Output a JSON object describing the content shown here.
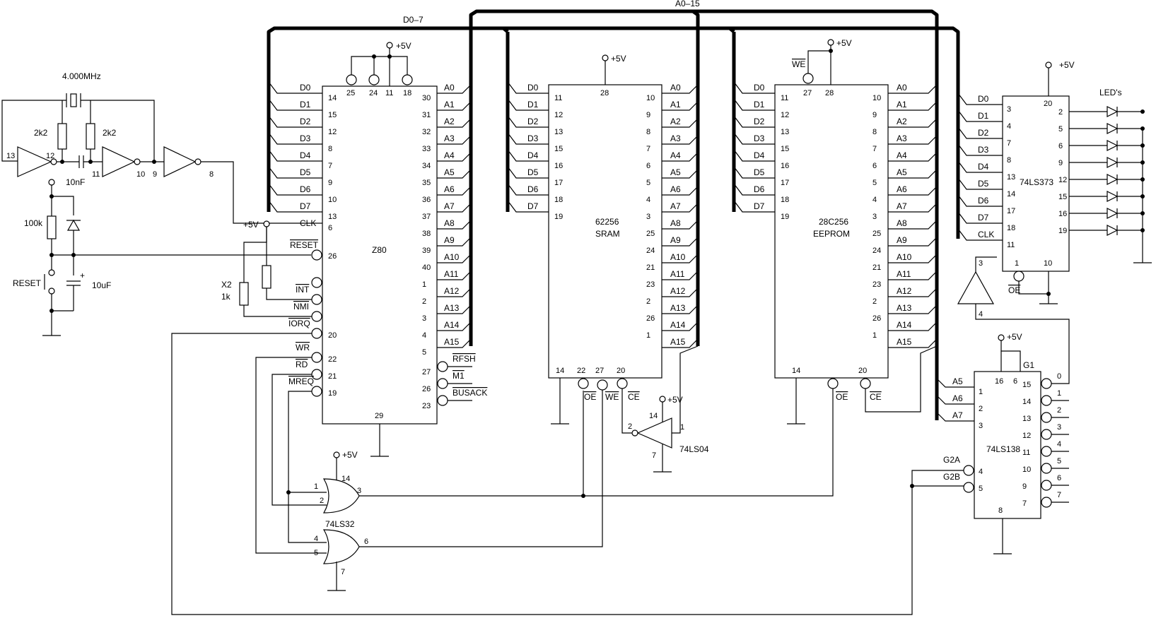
{
  "buses": {
    "data": "D0–7",
    "address": "A0–15"
  },
  "clock": {
    "crystal": "4.000MHz",
    "r1": "2k2",
    "r2": "2k2",
    "cap": "10nF",
    "pins": [
      "13",
      "12",
      "11",
      "10",
      "9",
      "8"
    ]
  },
  "reset": {
    "r": "100k",
    "c": "10uF",
    "plus": "+",
    "switch": "RESET",
    "x2": "X2",
    "x2r": "1k"
  },
  "power": "+5V",
  "z80": {
    "name": "Z80",
    "data_labels": [
      "D0",
      "D1",
      "D2",
      "D3",
      "D4",
      "D5",
      "D6",
      "D7"
    ],
    "data_pins": [
      "14",
      "15",
      "12",
      "8",
      "7",
      "9",
      "10",
      "13"
    ],
    "clk": "CLK",
    "clk_pin": "6",
    "top_pins": [
      "25",
      "24",
      "11",
      "18"
    ],
    "addr_labels": [
      "A0",
      "A1",
      "A2",
      "A3",
      "A4",
      "A5",
      "A6",
      "A7",
      "A8",
      "A9",
      "A10",
      "A11",
      "A12",
      "A13",
      "A14",
      "A15"
    ],
    "addr_pins": [
      "30",
      "31",
      "32",
      "33",
      "34",
      "35",
      "36",
      "37",
      "38",
      "39",
      "40",
      "1",
      "2",
      "3",
      "4",
      "5"
    ],
    "ctrl": [
      "RESET",
      "INT",
      "NMI",
      "IORQ",
      "WR",
      "RD",
      "MREQ"
    ],
    "ctrl_pins": {
      "RESET": "26",
      "IORQ": "20",
      "WR": "22",
      "RD": "21",
      "MREQ": "19"
    },
    "out": [
      "RFSH",
      "M1",
      "BUSACK"
    ],
    "out_pins": [
      "27",
      "26",
      "23"
    ],
    "gnd_pin": "29"
  },
  "sram": {
    "name": "62256",
    "sub": "SRAM",
    "data_pins": [
      "11",
      "12",
      "13",
      "15",
      "16",
      "17",
      "18",
      "19"
    ],
    "vcc_pin": "28",
    "addr_pins": [
      "10",
      "9",
      "8",
      "7",
      "6",
      "5",
      "4",
      "3",
      "25",
      "24",
      "21",
      "23",
      "2",
      "26",
      "1"
    ],
    "bottom_pins": [
      "14",
      "22",
      "27",
      "20"
    ],
    "bottom_labels": [
      "OE",
      "WE",
      "CE"
    ]
  },
  "eeprom": {
    "name": "28C256",
    "sub": "EEPROM",
    "data_pins": [
      "11",
      "12",
      "13",
      "15",
      "16",
      "17",
      "18",
      "19"
    ],
    "top_pins": [
      "27",
      "28"
    ],
    "we": "WE",
    "addr_pins": [
      "10",
      "9",
      "8",
      "7",
      "6",
      "5",
      "4",
      "3",
      "25",
      "24",
      "21",
      "23",
      "2",
      "26",
      "1"
    ],
    "bottom_pins": [
      "14",
      "20"
    ],
    "bottom_labels": [
      "OE",
      "CE"
    ]
  },
  "inv": {
    "name": "74LS04",
    "pins": [
      "14",
      "2",
      "1",
      "7"
    ]
  },
  "or": {
    "name": "74LS32",
    "pins": [
      "14",
      "1",
      "2",
      "3",
      "4",
      "5",
      "6",
      "7"
    ]
  },
  "latch": {
    "name": "74LS373",
    "vcc_pin": "20",
    "in_labels": [
      "D0",
      "D1",
      "D2",
      "D3",
      "D4",
      "D5",
      "D6",
      "D7",
      "CLK"
    ],
    "in_pins": [
      "3",
      "4",
      "7",
      "8",
      "13",
      "14",
      "17",
      "18",
      "11"
    ],
    "out_pins": [
      "2",
      "5",
      "6",
      "9",
      "12",
      "15",
      "16",
      "19"
    ],
    "bot_pins": [
      "1",
      "10"
    ],
    "oe": "OE",
    "leds": "LED's"
  },
  "buf": {
    "pins": [
      "3",
      "4"
    ]
  },
  "decoder": {
    "name": "74LS138",
    "top_pins": [
      "16",
      "6"
    ],
    "g1": "G1",
    "in_labels": [
      "A5",
      "A6",
      "A7"
    ],
    "in_pins": [
      "1",
      "2",
      "3"
    ],
    "g2": [
      "G2A",
      "G2B"
    ],
    "g2_pins": [
      "4",
      "5"
    ],
    "out_pins": [
      "15",
      "14",
      "13",
      "12",
      "11",
      "10",
      "9",
      "7"
    ],
    "out_nums": [
      "0",
      "1",
      "2",
      "3",
      "4",
      "5",
      "6",
      "7"
    ],
    "gnd_pin": "8"
  }
}
